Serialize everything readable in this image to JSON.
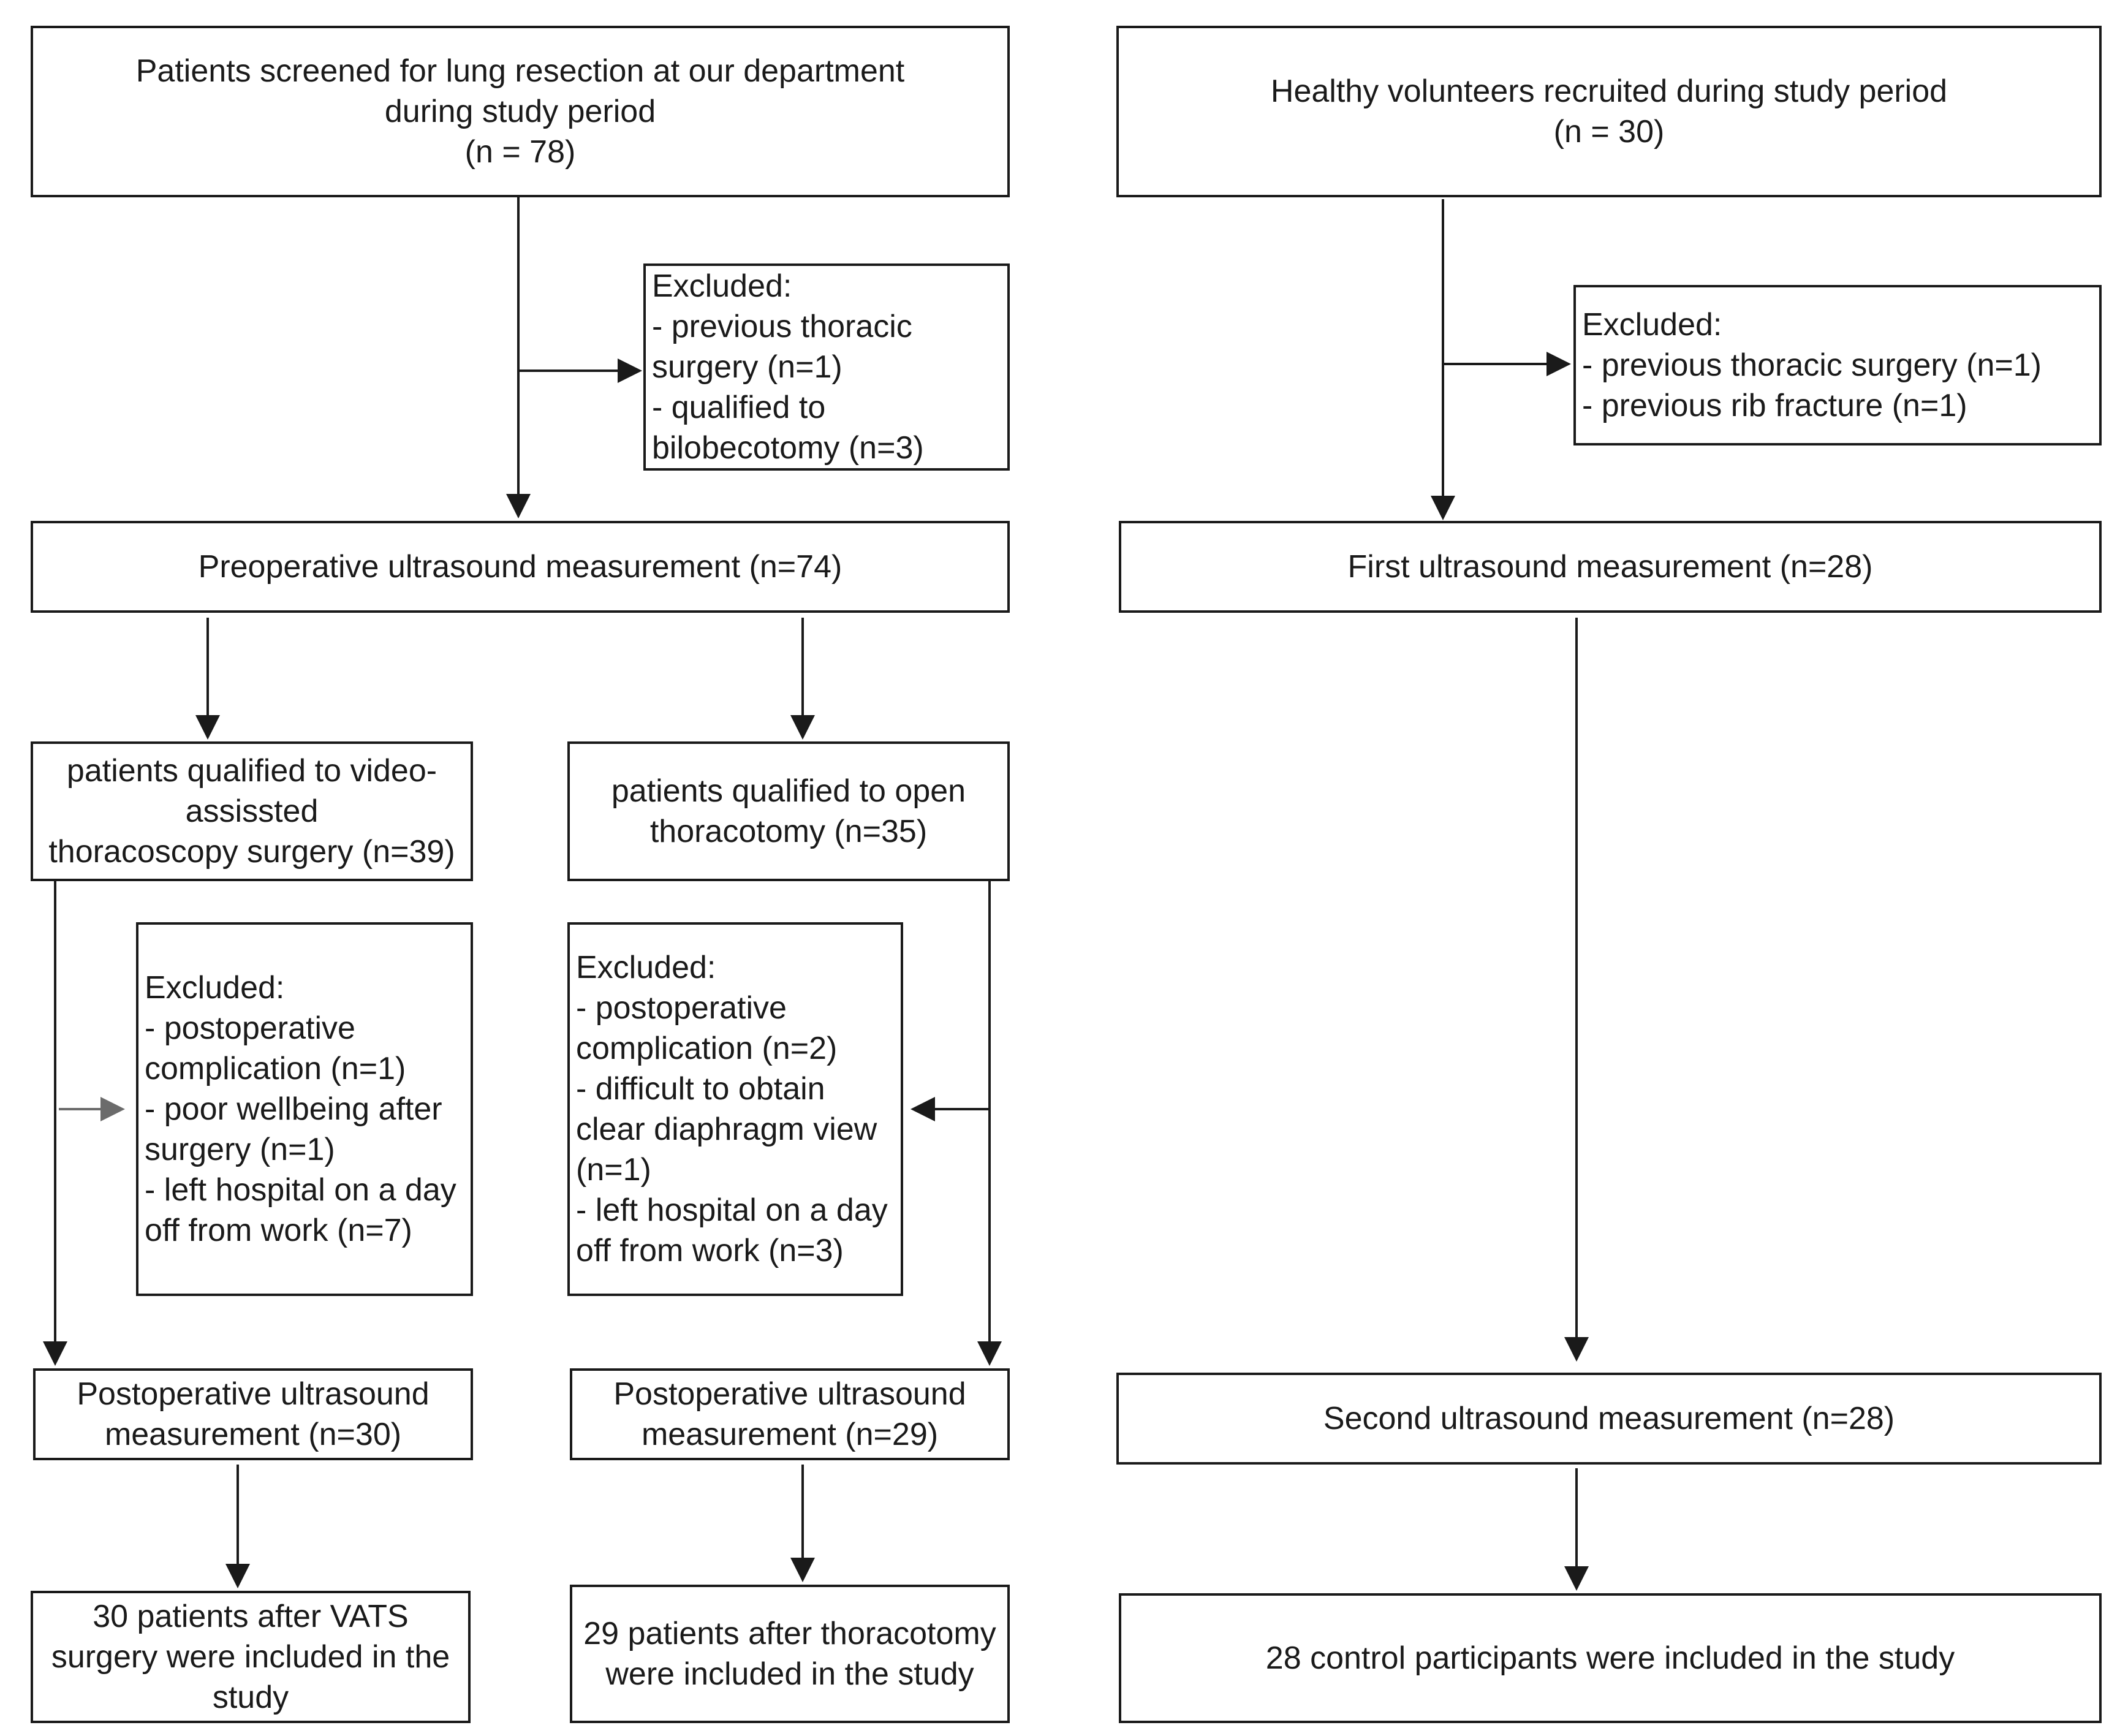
{
  "patients": {
    "screened": [
      "Patients screened for lung resection at our department",
      "during study period",
      "(n = 78)"
    ],
    "excluded_pre": [
      "Excluded:",
      "- previous thoracic",
      "surgery (n=1)",
      "- qualified to",
      "bilobecotomy (n=3)"
    ],
    "preop": [
      "Preoperative ultrasound measurement (n=74)"
    ],
    "vats_qualified": [
      "patients qualified to video-",
      "assissted",
      "thoracoscopy surgery (n=39)"
    ],
    "open_qualified": [
      "patients qualified to open",
      "thoracotomy (n=35)"
    ],
    "vats_excluded": [
      "Excluded:",
      "- postoperative",
      "complication (n=1)",
      "- poor wellbeing after",
      "surgery (n=1)",
      "- left hospital on a day",
      "off from work (n=7)"
    ],
    "open_excluded": [
      "Excluded:",
      "- postoperative",
      "complication (n=2)",
      "- difficult to obtain",
      "clear diaphragm view",
      "(n=1)",
      "- left hospital on a day",
      "off from work (n=3)"
    ],
    "vats_postop": [
      "Postoperative ultrasound",
      "measurement (n=30)"
    ],
    "open_postop": [
      "Postoperative ultrasound",
      "measurement (n=29)"
    ],
    "vats_final": [
      "30 patients after VATS",
      "surgery were included in the",
      "study"
    ],
    "open_final": [
      "29 patients after thoracotomy",
      "were included in the study"
    ]
  },
  "controls": {
    "recruited": [
      "Healthy volunteers recruited during study period",
      "(n = 30)"
    ],
    "excluded": [
      "Excluded:",
      "- previous thoracic surgery (n=1)",
      "- previous rib fracture (n=1)"
    ],
    "first": [
      "First ultrasound measurement (n=28)"
    ],
    "second": [
      "Second ultrasound measurement (n=28)"
    ],
    "final": [
      "28 control participants were included in the study"
    ]
  }
}
